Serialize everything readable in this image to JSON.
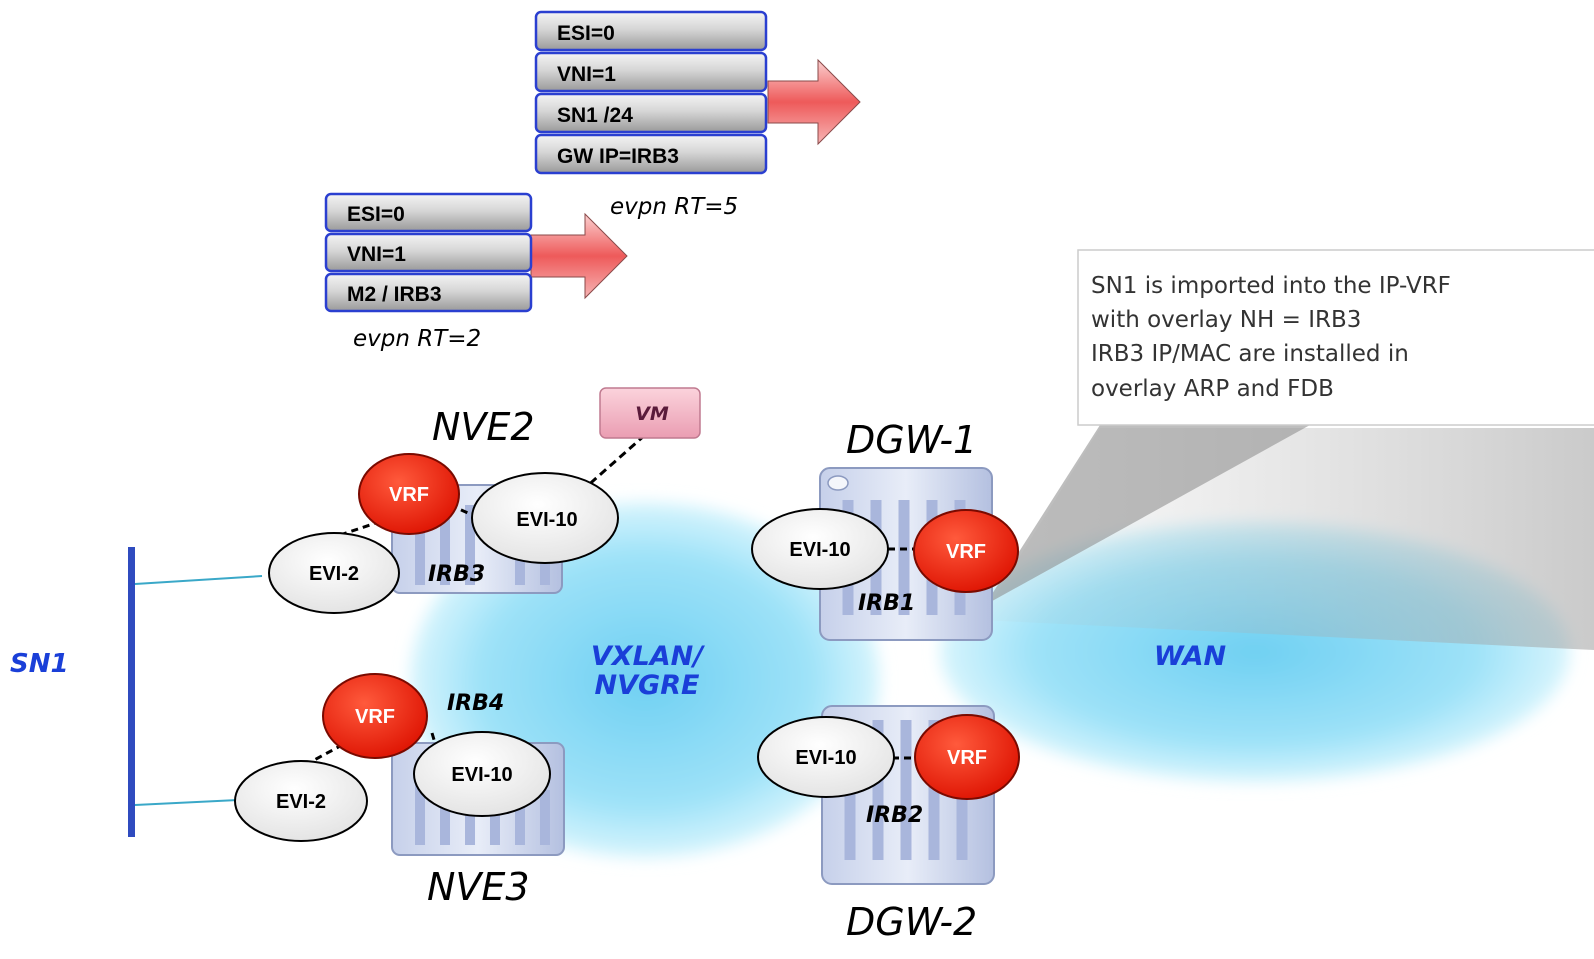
{
  "route_type5": {
    "fields": [
      "ESI=0",
      "VNI=1",
      "SN1 /24",
      "GW IP=IRB3"
    ],
    "label": "evpn RT=5"
  },
  "route_type2": {
    "fields": [
      "ESI=0",
      "VNI=1",
      "M2 / IRB3"
    ],
    "label": "evpn RT=2"
  },
  "callout": {
    "lines": [
      "SN1 is imported into the IP-VRF",
      "with overlay NH = IRB3",
      "IRB3 IP/MAC are installed in",
      "overlay ARP and FDB"
    ]
  },
  "clouds": {
    "overlay": [
      "VXLAN/",
      "NVGRE"
    ],
    "wan": "WAN"
  },
  "segment": "SN1",
  "vm": "VM",
  "nve2": {
    "name": "NVE2",
    "vrf": "VRF",
    "evi_local": "EVI-2",
    "evi_overlay": "EVI-10",
    "irb": "IRB3"
  },
  "nve3": {
    "name": "NVE3",
    "vrf": "VRF",
    "evi_local": "EVI-2",
    "evi_overlay": "EVI-10",
    "irb": "IRB4"
  },
  "dgw1": {
    "name": "DGW-1",
    "vrf": "VRF",
    "evi": "EVI-10",
    "irb": "IRB1"
  },
  "dgw2": {
    "name": "DGW-2",
    "vrf": "VRF",
    "evi": "EVI-10",
    "irb": "IRB2"
  },
  "colors": {
    "vrf": "#e8210e",
    "cloud": "#a8e6f8",
    "arrow": "#f07070",
    "field_border": "#2a3fd0",
    "segment_line": "#2f4bbf"
  }
}
